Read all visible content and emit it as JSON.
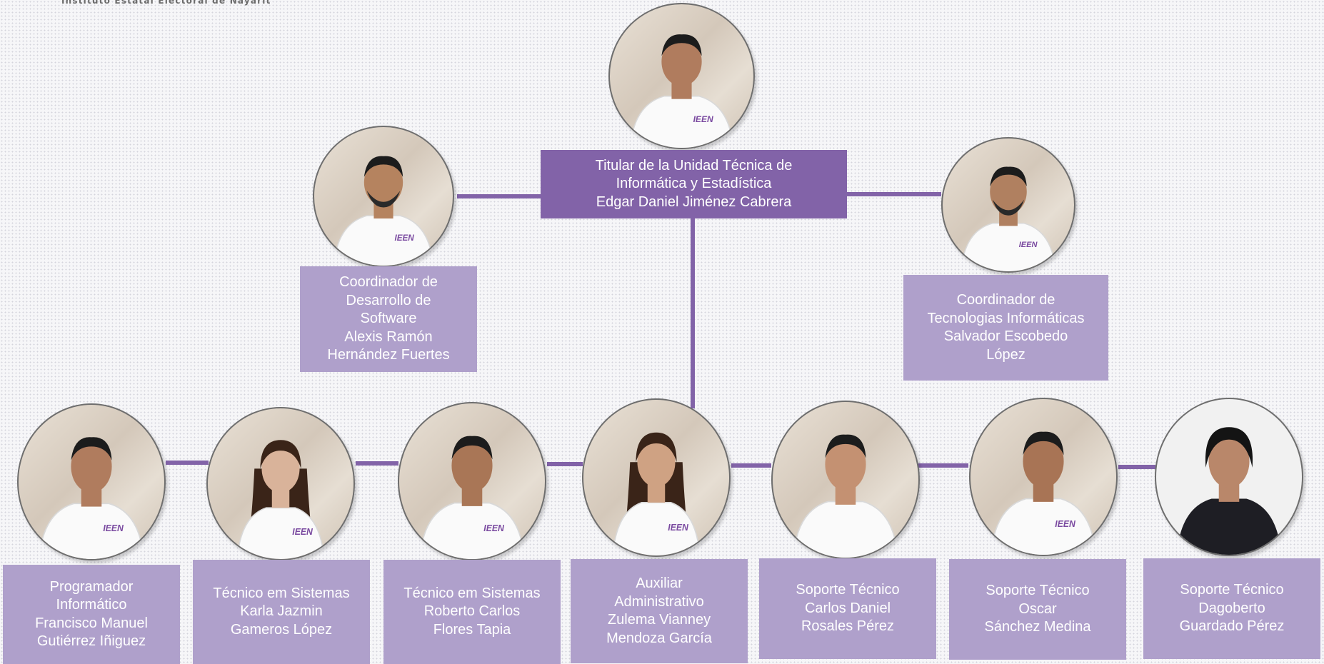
{
  "header": {
    "organization": "Instituto Estatal Electoral de Nayarit"
  },
  "colors": {
    "connector": "#8263a8",
    "head_box": "#8263a8",
    "member_box": "#afa0cb",
    "text": "#ffffff"
  },
  "logo_badge": "IEEN",
  "head": {
    "title_line1": "Titular de la Unidad Técnica de",
    "title_line2": "Informática y Estadística",
    "name": "Edgar Daniel Jiménez Cabrera"
  },
  "coordinators": [
    {
      "lines": [
        "Coordinador de",
        "Desarrollo de",
        "Software",
        "Alexis Ramón",
        "Hernández Fuertes"
      ]
    },
    {
      "lines": [
        "Coordinador de",
        "Tecnologias Informáticas",
        "Salvador Escobedo",
        "López"
      ]
    }
  ],
  "staff": [
    {
      "lines": [
        "Programador",
        "Informático",
        "Francisco Manuel",
        "Gutiérrez Iñiguez"
      ]
    },
    {
      "lines": [
        "Técnico em Sistemas",
        "Karla Jazmin",
        "Gameros López"
      ]
    },
    {
      "lines": [
        "Técnico em Sistemas",
        "Roberto Carlos",
        "Flores Tapia"
      ]
    },
    {
      "lines": [
        "Auxiliar",
        "Administrativo",
        "Zulema Vianney",
        "Mendoza García"
      ]
    },
    {
      "lines": [
        "Soporte Técnico",
        "Carlos Daniel",
        "Rosales Pérez"
      ]
    },
    {
      "lines": [
        "Soporte Técnico",
        "Oscar",
        "Sánchez Medina"
      ]
    },
    {
      "lines": [
        "Soporte Técnico",
        "Dagoberto",
        "Guardado Pérez"
      ]
    }
  ]
}
